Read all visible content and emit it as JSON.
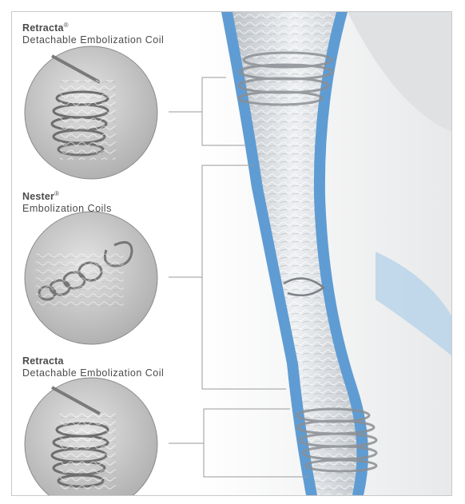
{
  "products": [
    {
      "name": "Retracta",
      "mark": "®",
      "description": "Detachable Embolization Coil"
    },
    {
      "name": "Nester",
      "mark": "®",
      "description": "Embolization Coils"
    },
    {
      "name": "Retracta",
      "mark": "",
      "description": "Detachable Embolization Coil"
    }
  ],
  "colors": {
    "vessel_wall": "#5f9cd3",
    "vessel_inner": "#e3e6ea",
    "callout_line": "#9a9a9a",
    "circle_border": "#8a8a8a"
  },
  "icons": [
    "coil-icon"
  ]
}
